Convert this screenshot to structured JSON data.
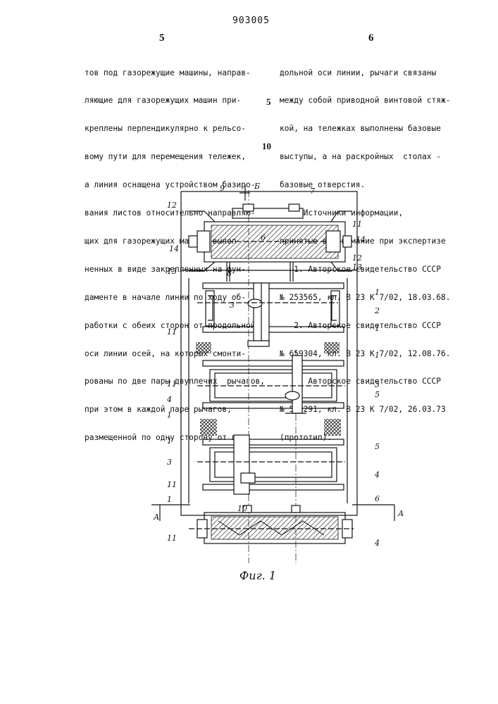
{
  "header": {
    "page_left": "5",
    "doc_number": "903005",
    "page_right": "6"
  },
  "left_column": {
    "lines": [
      "тов под газорежущие машины, направ-",
      "ляющие для газорежущих машин при-",
      "креплены перпендикулярно к рельсо-",
      "вому пути для перемещения тележек,",
      "а линия оснащена устройством базиро-",
      "вания листов относительно направляю-",
      "щих для газорежущих машин, выпол-",
      "ненных в виде закрепленных на фун-",
      "даменте в начале линии по ходу об-",
      "работки с обеих сторон от продольной",
      "оси линии осей, на которых смонти-",
      "рованы по две пары двуплечих  рычагов,",
      "при этом в каждой паре рычагов,",
      "размещенной по одну сторону от про-"
    ]
  },
  "right_column": {
    "lines": [
      "дольной оси линии, рычаги связаны",
      "между собой приводной винтовой стяж-",
      "кой, на тележках выполнены базовые",
      "выступы, а на раскройных  столах -",
      "базовые отверстия.",
      "     Источники информации,",
      "принятые во внимание при экспертизе",
      "   1. Авторское свидетельство СССР",
      "№ 253565, кл. В 23 К 7/02, 18.03.68.",
      "   2. Авторское свидетельство СССР",
      "№ 659304, кл. В 23 К 7/02, 12.08.76.",
      "   3. Авторское свидетельство СССР",
      "№ 519291, кл. В 23 К 7/02, 26.03.73",
      "(прототип)."
    ]
  },
  "line_numbers": [
    "5",
    "10"
  ],
  "figure": {
    "caption": "Фиг. 1",
    "labels": [
      "1",
      "2",
      "3",
      "4",
      "5",
      "6",
      "7",
      "8",
      "9",
      "10",
      "11",
      "12",
      "13",
      "14",
      "Б",
      "А"
    ]
  }
}
